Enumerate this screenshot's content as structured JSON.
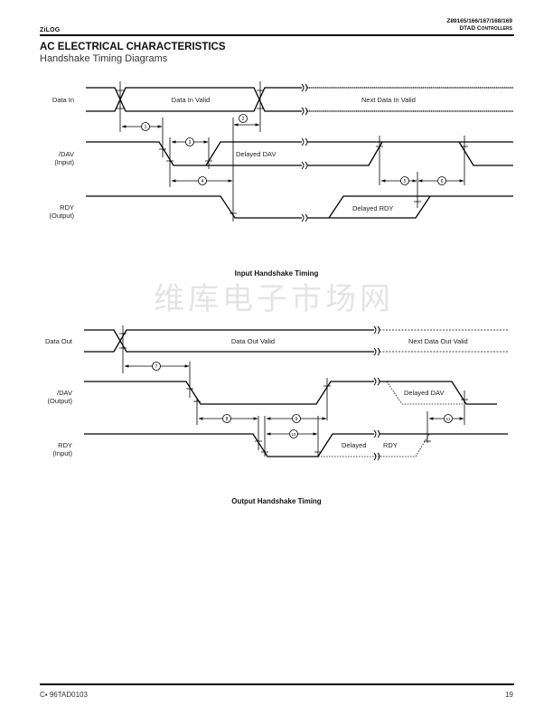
{
  "header": {
    "logo": "ZiLOG",
    "part_numbers": "Z89165/166/167/168/169",
    "product": "DTAD Controllers"
  },
  "section": {
    "title": "AC ELECTRICAL CHARACTERISTICS",
    "subtitle": "Handshake Timing Diagrams"
  },
  "input_diagram": {
    "caption": "Input Handshake Timing",
    "signals": [
      {
        "name": "Data In",
        "sub": ""
      },
      {
        "name": "/DAV",
        "sub": "(Input)"
      },
      {
        "name": "RDY",
        "sub": "(Output)"
      }
    ],
    "labels": {
      "data_valid": "Data In Valid",
      "next_data_valid": "Next Data In Valid",
      "delayed_dav": "Delayed DAV",
      "delayed_rdy": "Delayed RDY"
    },
    "markers": [
      "1",
      "2",
      "3",
      "4",
      "5",
      "6"
    ]
  },
  "output_diagram": {
    "caption": "Output Handshake Timing",
    "signals": [
      {
        "name": "Data Out",
        "sub": ""
      },
      {
        "name": "/DAV",
        "sub": "(Output)"
      },
      {
        "name": "RDY",
        "sub": "(Input)"
      }
    ],
    "labels": {
      "data_valid": "Data Out Valid",
      "next_data_valid": "Next Data Out Valid",
      "delayed_dav": "Delayed DAV",
      "delayed_rdy_1": "Delayed",
      "delayed_rdy_2": "RDY"
    },
    "markers": [
      "7",
      "8",
      "9",
      "10",
      "11"
    ]
  },
  "watermark": "维库电子市场网",
  "footer": {
    "doc_id": "C▪ 96TAD0103",
    "page": "19"
  }
}
